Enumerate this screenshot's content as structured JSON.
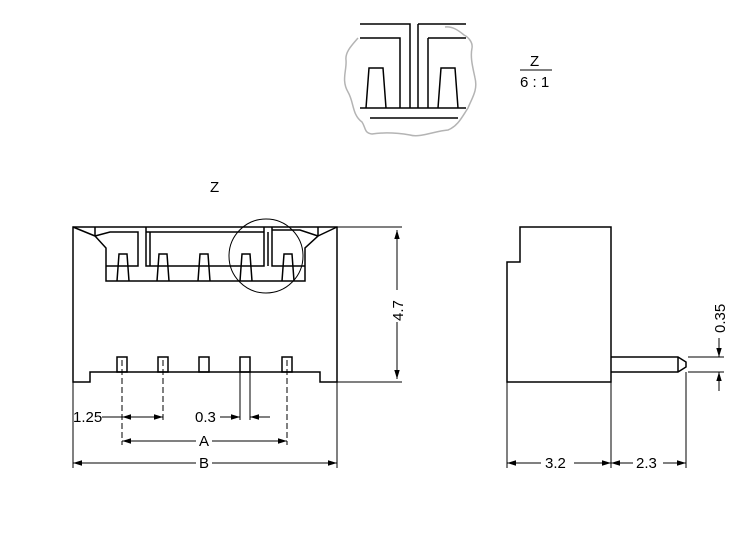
{
  "detail": {
    "label": "Z",
    "scale": "6 : 1"
  },
  "front_view": {
    "detail_marker_label": "Z",
    "dimensions": {
      "pitch": "1.25",
      "pin_width": "0.3",
      "pin_span": "A",
      "body_width": "B",
      "height": "4.7"
    }
  },
  "side_view": {
    "dimensions": {
      "depth": "3.2",
      "pin_length": "2.3",
      "pin_thickness": "0.35"
    }
  }
}
